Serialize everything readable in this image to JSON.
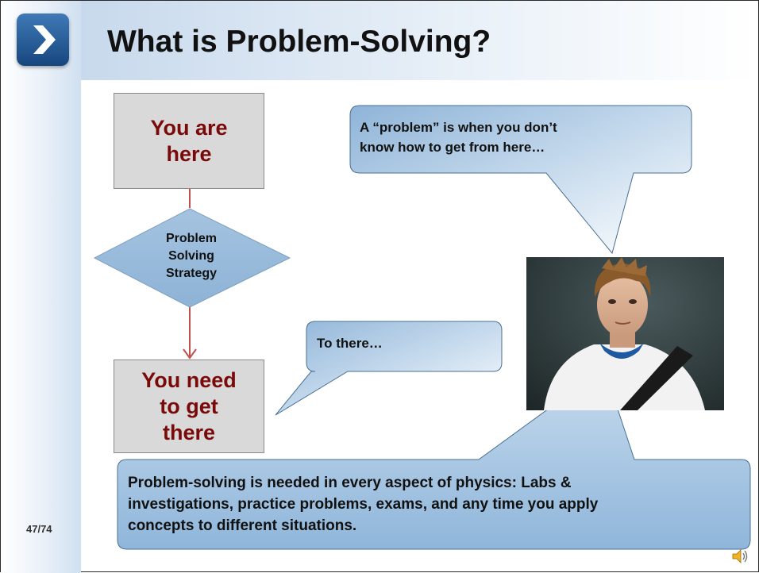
{
  "slide": {
    "title": "What is Problem-Solving?",
    "page_number": "47/74"
  },
  "flowchart": {
    "start_box": "You are\nhere",
    "decision": "Problem\nSolving\nStrategy",
    "end_box": "You need\nto get\nthere"
  },
  "callouts": {
    "top_right": "A “problem” is when you don’t\nknow how to get from here…",
    "middle": "To there…",
    "bottom": "Problem-solving is needed in every aspect of physics: Labs &\ninvestigations, practice problems, exams, and any time you apply\nconcepts to different situations."
  },
  "icons": {
    "logo": "chevron-right-icon",
    "audio": "speaker-icon"
  },
  "colors": {
    "accent_red": "#7a0a0a",
    "bubble_blue": "#a9c7e2",
    "connector": "#c0504d"
  }
}
